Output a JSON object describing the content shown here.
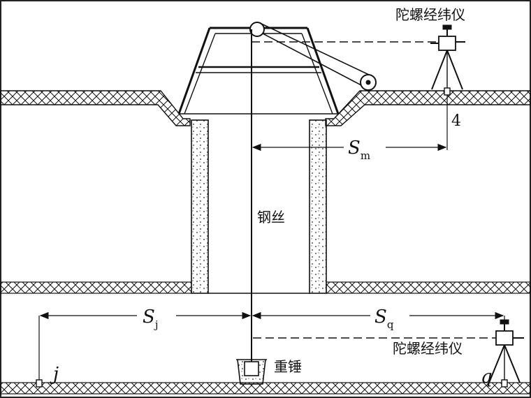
{
  "labels": {
    "theodolite_top": "陀螺经纬仪",
    "theodolite_bottom": "陀螺经纬仪",
    "steel_wire": "钢丝",
    "weight": "重锤",
    "point_4": "4",
    "point_j": "j",
    "point_q": "q"
  },
  "distances": {
    "s_m": {
      "symbol": "S",
      "sub": "m"
    },
    "s_j": {
      "symbol": "S",
      "sub": "j"
    },
    "s_q": {
      "symbol": "S",
      "sub": "q"
    }
  },
  "colors": {
    "line": "#111111",
    "background": "#ffffff"
  }
}
